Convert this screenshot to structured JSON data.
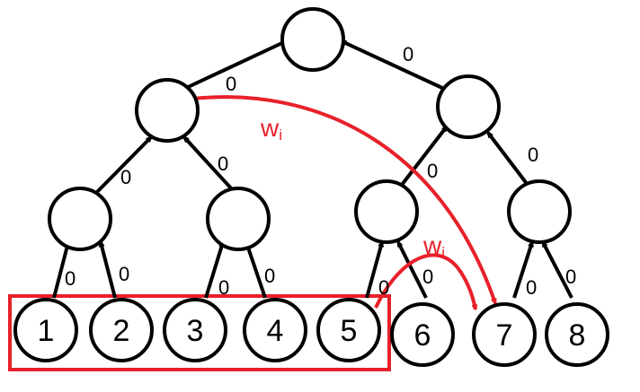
{
  "leaves": [
    "1",
    "2",
    "3",
    "4",
    "5",
    "6",
    "7",
    "8"
  ],
  "edge_weight": "0",
  "cross_edge_weight": "w",
  "cross_edge_subscript": "i",
  "colors": {
    "highlight": "#e8202a",
    "stroke": "#000000",
    "background": "#ffffff"
  }
}
